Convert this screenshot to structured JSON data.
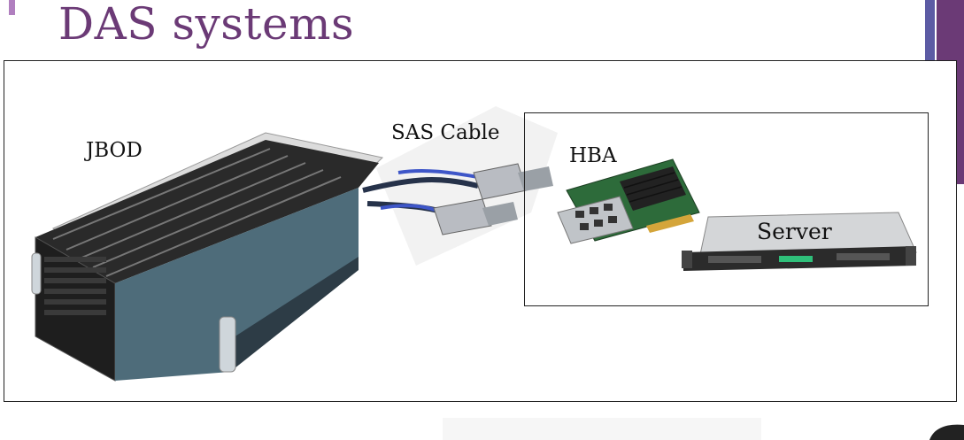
{
  "slide": {
    "title": "DAS systems"
  },
  "diagram": {
    "labels": {
      "jbod": "JBOD",
      "sas_cable": "SAS Cable",
      "hba": "HBA",
      "server": "Server"
    }
  },
  "colors": {
    "title": "#6b3a76",
    "accent_purple": "#6b3a76",
    "accent_blue": "#5c5ba4",
    "server_led": "#2fbf7a"
  }
}
